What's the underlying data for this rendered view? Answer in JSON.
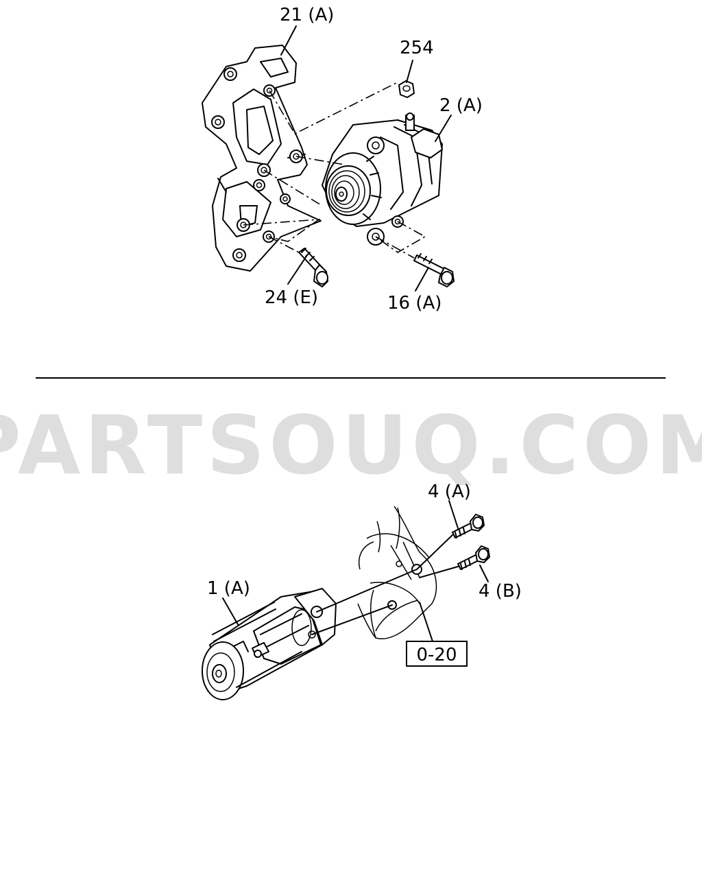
{
  "watermark": "PARTSOUQ.COM",
  "upper_group": {
    "callouts": {
      "bracket": "21 (A)",
      "nut": "254",
      "alternator": "2 (A)",
      "bolt_bracket": "24 (E)",
      "bolt_alternator": "16 (A)"
    }
  },
  "lower_group": {
    "callouts": {
      "starter": "1 (A)",
      "bolt_upper": "4 (A)",
      "bolt_lower": "4 (B)",
      "reference_box": "0-20"
    }
  }
}
